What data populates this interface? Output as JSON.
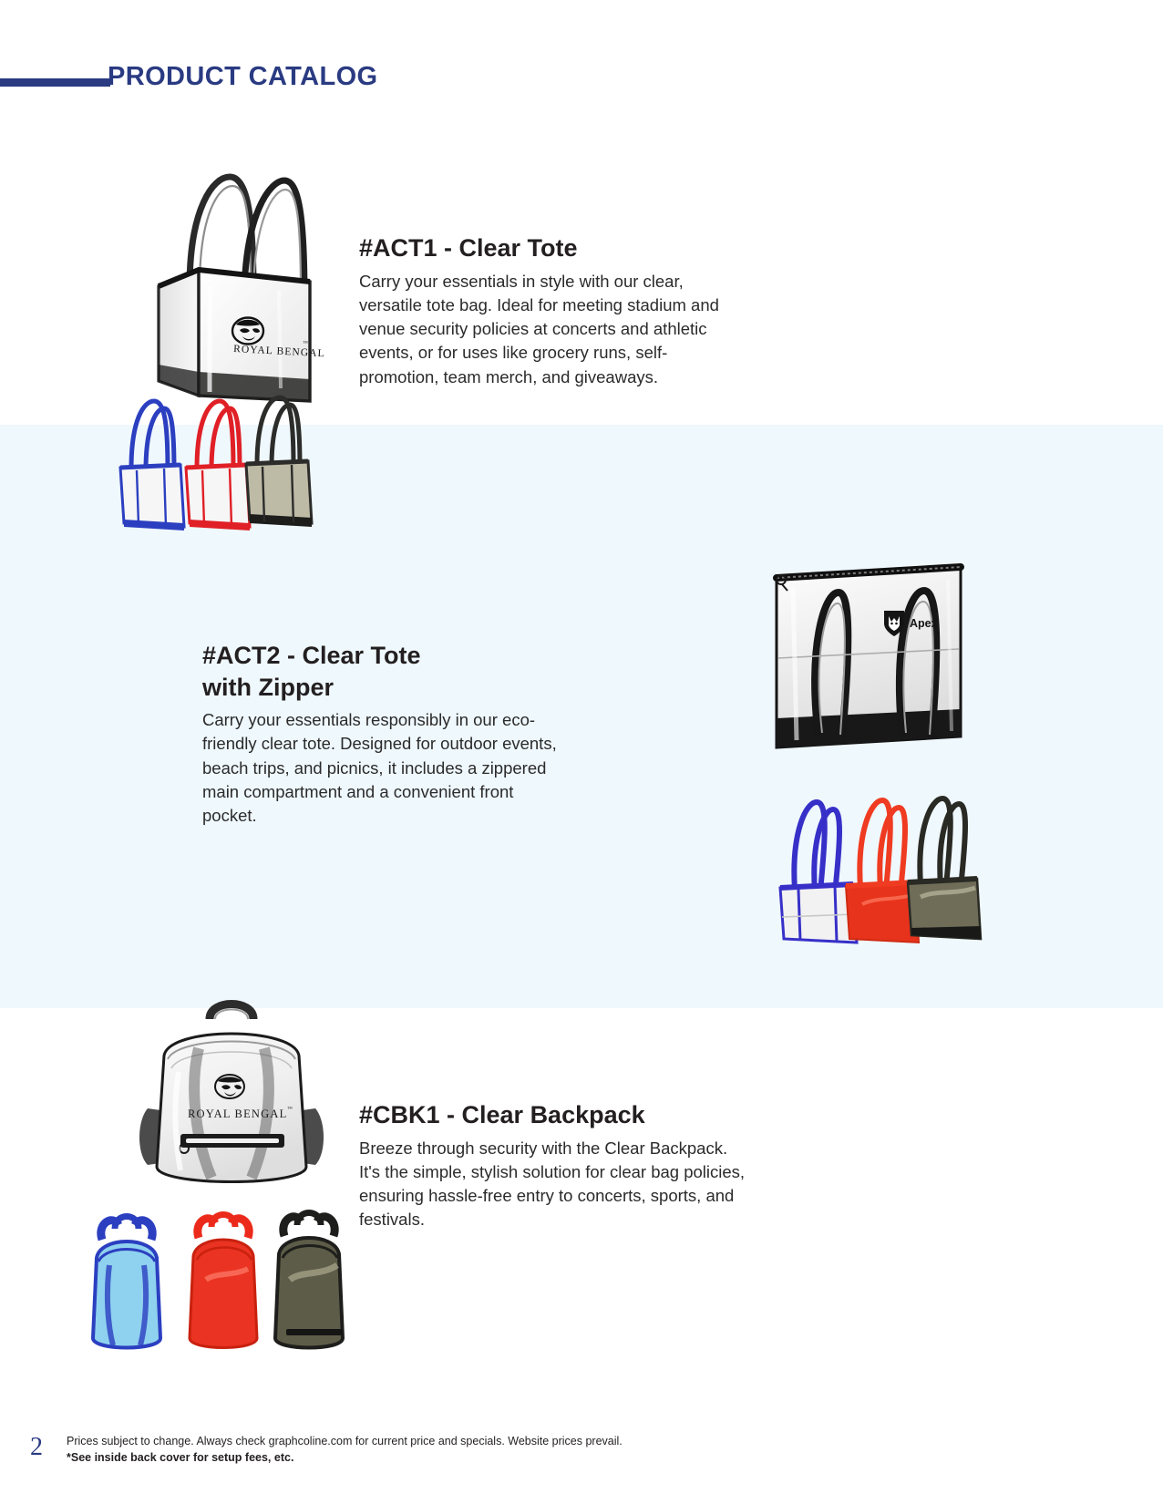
{
  "header": {
    "title": "PRODUCT CATALOG",
    "rule_color": "#2a3b82",
    "title_color": "#2a3b82"
  },
  "band": {
    "color": "#eff8fd"
  },
  "products": [
    {
      "id": "ACT1",
      "title": "#ACT1 - Clear Tote",
      "description": "Carry your essentials in style with our clear, versatile tote bag. Ideal for meeting stadium and venue security policies at concerts and athletic events, or for uses like grocery runs, self-promotion, team merch, and giveaways.",
      "hero_image": {
        "name": "clear-tote-hero",
        "imprint_text": "ROYAL BENGAL",
        "imprint_mark": "tiger-head-logo",
        "trim_color": "#1a1a1a",
        "body": "clear"
      },
      "variants": [
        {
          "name": "tote-variant-blue",
          "label": "Blue",
          "color": "#2b3fc0"
        },
        {
          "name": "tote-variant-red",
          "label": "Red",
          "color": "#e01f26"
        },
        {
          "name": "tote-variant-smoke",
          "label": "Smoke",
          "color": "#2c2c2a"
        }
      ]
    },
    {
      "id": "ACT2",
      "title": "#ACT2 - Clear Tote\nwith Zipper",
      "description": "Carry your essentials responsibly in our eco-friendly clear tote. Designed for outdoor events, beach trips, and picnics, it includes a zippered main compartment and a convenient front pocket.",
      "hero_image": {
        "name": "clear-tote-zipper-hero",
        "imprint_text": "Apex",
        "imprint_mark": "fox-shield-logo",
        "trim_color": "#111111",
        "body": "clear"
      },
      "variants": [
        {
          "name": "zipper-tote-variant-blue",
          "label": "Blue",
          "color": "#3730c8"
        },
        {
          "name": "zipper-tote-variant-red",
          "label": "Red",
          "color": "#ef3b21"
        },
        {
          "name": "zipper-tote-variant-smoke",
          "label": "Smoke",
          "color": "#6f6d58"
        }
      ]
    },
    {
      "id": "CBK1",
      "title": "#CBK1 - Clear Backpack",
      "description": "Breeze through security with the Clear Backpack. It's the simple, stylish solution for clear bag policies, ensuring hassle-free entry to concerts, sports, and festivals.",
      "hero_image": {
        "name": "clear-backpack-hero",
        "imprint_text": "ROYAL BENGAL",
        "imprint_mark": "tiger-head-logo",
        "trim_color": "#1c1c1c",
        "body": "clear"
      },
      "variants": [
        {
          "name": "backpack-variant-blue",
          "label": "Blue",
          "color": "#2b3fc0"
        },
        {
          "name": "backpack-variant-red",
          "label": "Red",
          "color": "#ec2a1b"
        },
        {
          "name": "backpack-variant-smoke",
          "label": "Smoke",
          "color": "#4b4a3c"
        }
      ]
    }
  ],
  "footer": {
    "page_number": "2",
    "line1": "Prices subject to change. Always check graphcoline.com for current price and specials. Website prices prevail.",
    "line2": "*See inside back cover for setup fees, etc."
  }
}
